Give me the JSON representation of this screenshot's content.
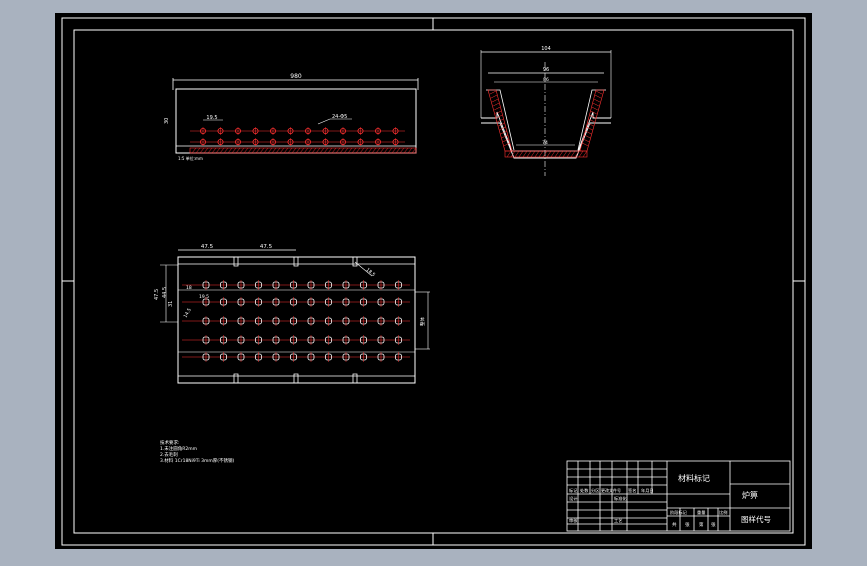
{
  "colors": {
    "outer": "#a9b2bf",
    "sheet": "#000000",
    "line": "#ffffff",
    "hole": "#ff3030",
    "dim": "#ff3030",
    "hatch": "#ff3030"
  },
  "top_view": {
    "overall_dim": "980",
    "height_dim": "30",
    "pitch_dim": "19.5",
    "hole_note": "24-Φ5",
    "bottom_note": "1:5 单位:mm",
    "holes_per_row": 12,
    "rows": 2
  },
  "section_view": {
    "top_dim": "104",
    "mid_dim": "96",
    "inner_dim": "86",
    "bottom_dim": "74"
  },
  "plan_view": {
    "dim_a": "47.5",
    "dim_b": "47.5",
    "dim_c": "18.5",
    "left_dims": [
      "47.5",
      "44.5",
      "31"
    ],
    "small_dims": [
      "18",
      "14.5",
      "19.5"
    ],
    "right_dim": "整体",
    "hole_rows": 5,
    "holes_per_row": 12
  },
  "notes": [
    "技术要求:",
    "1.未注圆角R2mm",
    "2.去毛刺",
    "3.材料 1Cr18Ni9Ti 3mm厚(不锈钢)"
  ],
  "title_block": {
    "material_label": "材料标记",
    "part_name": "炉箅",
    "drawing_no_label": "图样代号",
    "row_labels": [
      "标记",
      "处数",
      "分区",
      "更改文件号",
      "签名",
      "年月日"
    ],
    "row2_labels": [
      "设计",
      "标准化"
    ],
    "row3_labels": [
      "审核",
      "工艺"
    ],
    "stage_labels": [
      "阶段标记",
      "重量",
      "比例"
    ],
    "sheet_labels": [
      "共",
      "张",
      "第",
      "张"
    ]
  }
}
